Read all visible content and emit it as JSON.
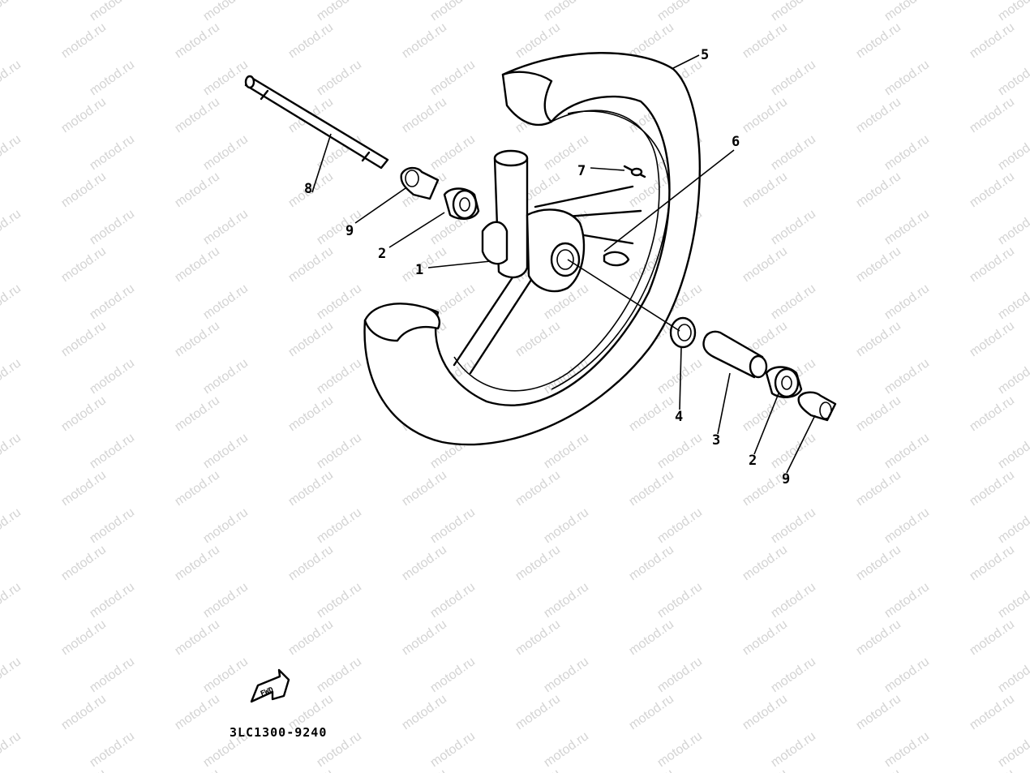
{
  "watermark": "motod.ru",
  "diagram_code": "3LC1300-9240",
  "fwd_label": "FWD",
  "callouts": [
    {
      "id": "c1",
      "text": "1"
    },
    {
      "id": "c2a",
      "text": "2"
    },
    {
      "id": "c2b",
      "text": "2"
    },
    {
      "id": "c3",
      "text": "3"
    },
    {
      "id": "c4",
      "text": "4"
    },
    {
      "id": "c5",
      "text": "5"
    },
    {
      "id": "c6",
      "text": "6"
    },
    {
      "id": "c7",
      "text": "7"
    },
    {
      "id": "c8",
      "text": "8"
    },
    {
      "id": "c9a",
      "text": "9"
    },
    {
      "id": "c9b",
      "text": "9"
    }
  ]
}
